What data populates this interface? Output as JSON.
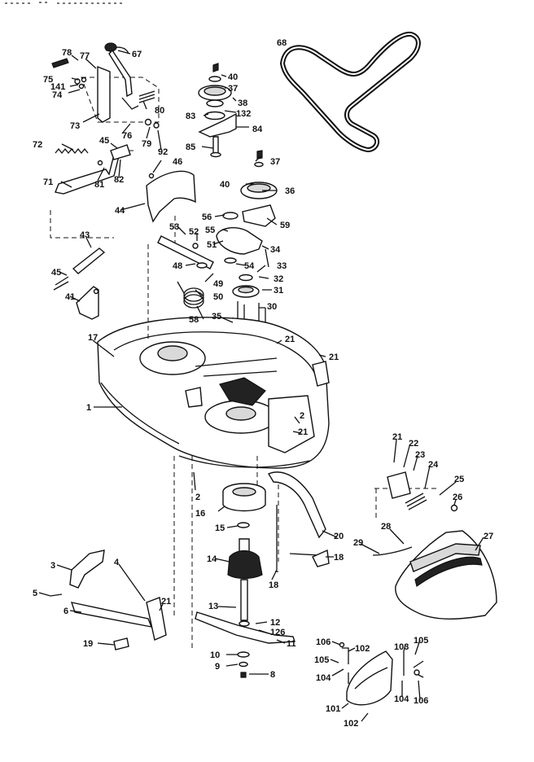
{
  "diagram": {
    "labels": [
      {
        "key": "l78",
        "text": "78"
      },
      {
        "key": "l77",
        "text": "77"
      },
      {
        "key": "l67",
        "text": "67"
      },
      {
        "key": "l75",
        "text": "75"
      },
      {
        "key": "l141",
        "text": "141"
      },
      {
        "key": "l74",
        "text": "74"
      },
      {
        "key": "l73",
        "text": "73"
      },
      {
        "key": "l80",
        "text": "80"
      },
      {
        "key": "l76",
        "text": "76"
      },
      {
        "key": "l79",
        "text": "79"
      },
      {
        "key": "l92",
        "text": "92"
      },
      {
        "key": "l72",
        "text": "72"
      },
      {
        "key": "l45a",
        "text": "45"
      },
      {
        "key": "l81",
        "text": "81"
      },
      {
        "key": "l82",
        "text": "82"
      },
      {
        "key": "l71",
        "text": "71"
      },
      {
        "key": "l46",
        "text": "46"
      },
      {
        "key": "l44",
        "text": "44"
      },
      {
        "key": "l43",
        "text": "43"
      },
      {
        "key": "l45b",
        "text": "45"
      },
      {
        "key": "l41",
        "text": "41"
      },
      {
        "key": "l40a",
        "text": "40"
      },
      {
        "key": "l37a",
        "text": "37"
      },
      {
        "key": "l38",
        "text": "38"
      },
      {
        "key": "l83",
        "text": "83"
      },
      {
        "key": "l132",
        "text": "132"
      },
      {
        "key": "l84",
        "text": "84"
      },
      {
        "key": "l85",
        "text": "85"
      },
      {
        "key": "l68",
        "text": "68"
      },
      {
        "key": "l37b",
        "text": "37"
      },
      {
        "key": "l40b",
        "text": "40"
      },
      {
        "key": "l36",
        "text": "36"
      },
      {
        "key": "l56",
        "text": "56"
      },
      {
        "key": "l59",
        "text": "59"
      },
      {
        "key": "l53",
        "text": "53"
      },
      {
        "key": "l55",
        "text": "55"
      },
      {
        "key": "l52",
        "text": "52"
      },
      {
        "key": "l51",
        "text": "51"
      },
      {
        "key": "l34",
        "text": "34"
      },
      {
        "key": "l48",
        "text": "48"
      },
      {
        "key": "l54",
        "text": "54"
      },
      {
        "key": "l33",
        "text": "33"
      },
      {
        "key": "l49",
        "text": "49"
      },
      {
        "key": "l32",
        "text": "32"
      },
      {
        "key": "l50",
        "text": "50"
      },
      {
        "key": "l31",
        "text": "31"
      },
      {
        "key": "l30",
        "text": "30"
      },
      {
        "key": "l58",
        "text": "58"
      },
      {
        "key": "l35",
        "text": "35"
      },
      {
        "key": "l17",
        "text": "17"
      },
      {
        "key": "l21a",
        "text": "21"
      },
      {
        "key": "l21b",
        "text": "21"
      },
      {
        "key": "l1",
        "text": "1"
      },
      {
        "key": "l2a",
        "text": "2"
      },
      {
        "key": "l21c",
        "text": "21"
      },
      {
        "key": "l2b",
        "text": "2"
      },
      {
        "key": "l16",
        "text": "16"
      },
      {
        "key": "l15",
        "text": "15"
      },
      {
        "key": "l21d",
        "text": "21"
      },
      {
        "key": "l22",
        "text": "22"
      },
      {
        "key": "l23",
        "text": "23"
      },
      {
        "key": "l24",
        "text": "24"
      },
      {
        "key": "l25",
        "text": "25"
      },
      {
        "key": "l26",
        "text": "26"
      },
      {
        "key": "l20",
        "text": "20"
      },
      {
        "key": "l28",
        "text": "28"
      },
      {
        "key": "l27",
        "text": "27"
      },
      {
        "key": "l29",
        "text": "29"
      },
      {
        "key": "l18a",
        "text": "18"
      },
      {
        "key": "l18b",
        "text": "18"
      },
      {
        "key": "l3",
        "text": "3"
      },
      {
        "key": "l4",
        "text": "4"
      },
      {
        "key": "l14",
        "text": "14"
      },
      {
        "key": "l5",
        "text": "5"
      },
      {
        "key": "l6",
        "text": "6"
      },
      {
        "key": "l21e",
        "text": "21"
      },
      {
        "key": "l13",
        "text": "13"
      },
      {
        "key": "l12",
        "text": "12"
      },
      {
        "key": "l126",
        "text": "126"
      },
      {
        "key": "l19",
        "text": "19"
      },
      {
        "key": "l11",
        "text": "11"
      },
      {
        "key": "l10",
        "text": "10"
      },
      {
        "key": "l9",
        "text": "9"
      },
      {
        "key": "l8",
        "text": "8"
      },
      {
        "key": "l106a",
        "text": "106"
      },
      {
        "key": "l102a",
        "text": "102"
      },
      {
        "key": "l105a",
        "text": "105"
      },
      {
        "key": "l104a",
        "text": "104"
      },
      {
        "key": "l103",
        "text": "103"
      },
      {
        "key": "l105b",
        "text": "105"
      },
      {
        "key": "l104b",
        "text": "104"
      },
      {
        "key": "l106b",
        "text": "106"
      },
      {
        "key": "l101",
        "text": "101"
      },
      {
        "key": "l102b",
        "text": "102"
      }
    ]
  }
}
